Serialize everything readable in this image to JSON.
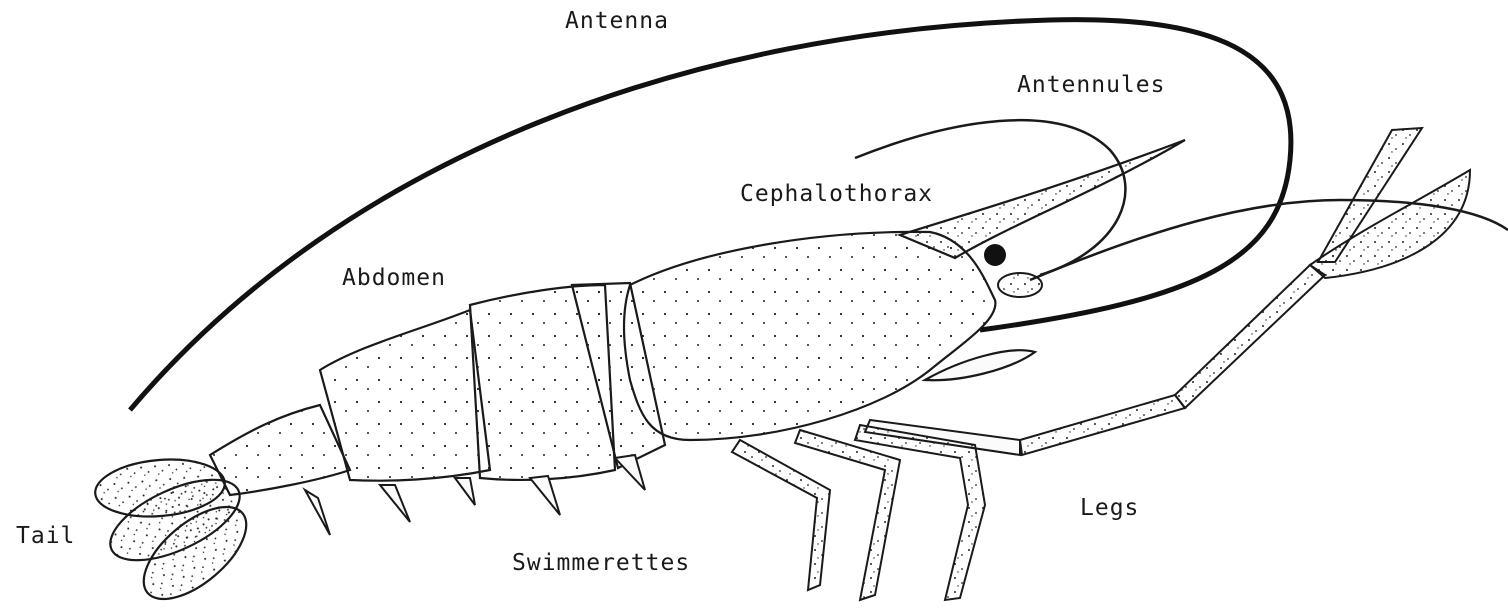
{
  "labels": {
    "antenna": "Antenna",
    "antennules": "Antennules",
    "cephalothorax": "Cephalothorax",
    "abdomen": "Abdomen",
    "tail": "Tail",
    "swimmerettes": "Swimmerettes",
    "legs": "Legs"
  },
  "colors": {
    "ink": "#1a1a1a",
    "paper": "#ffffff"
  }
}
